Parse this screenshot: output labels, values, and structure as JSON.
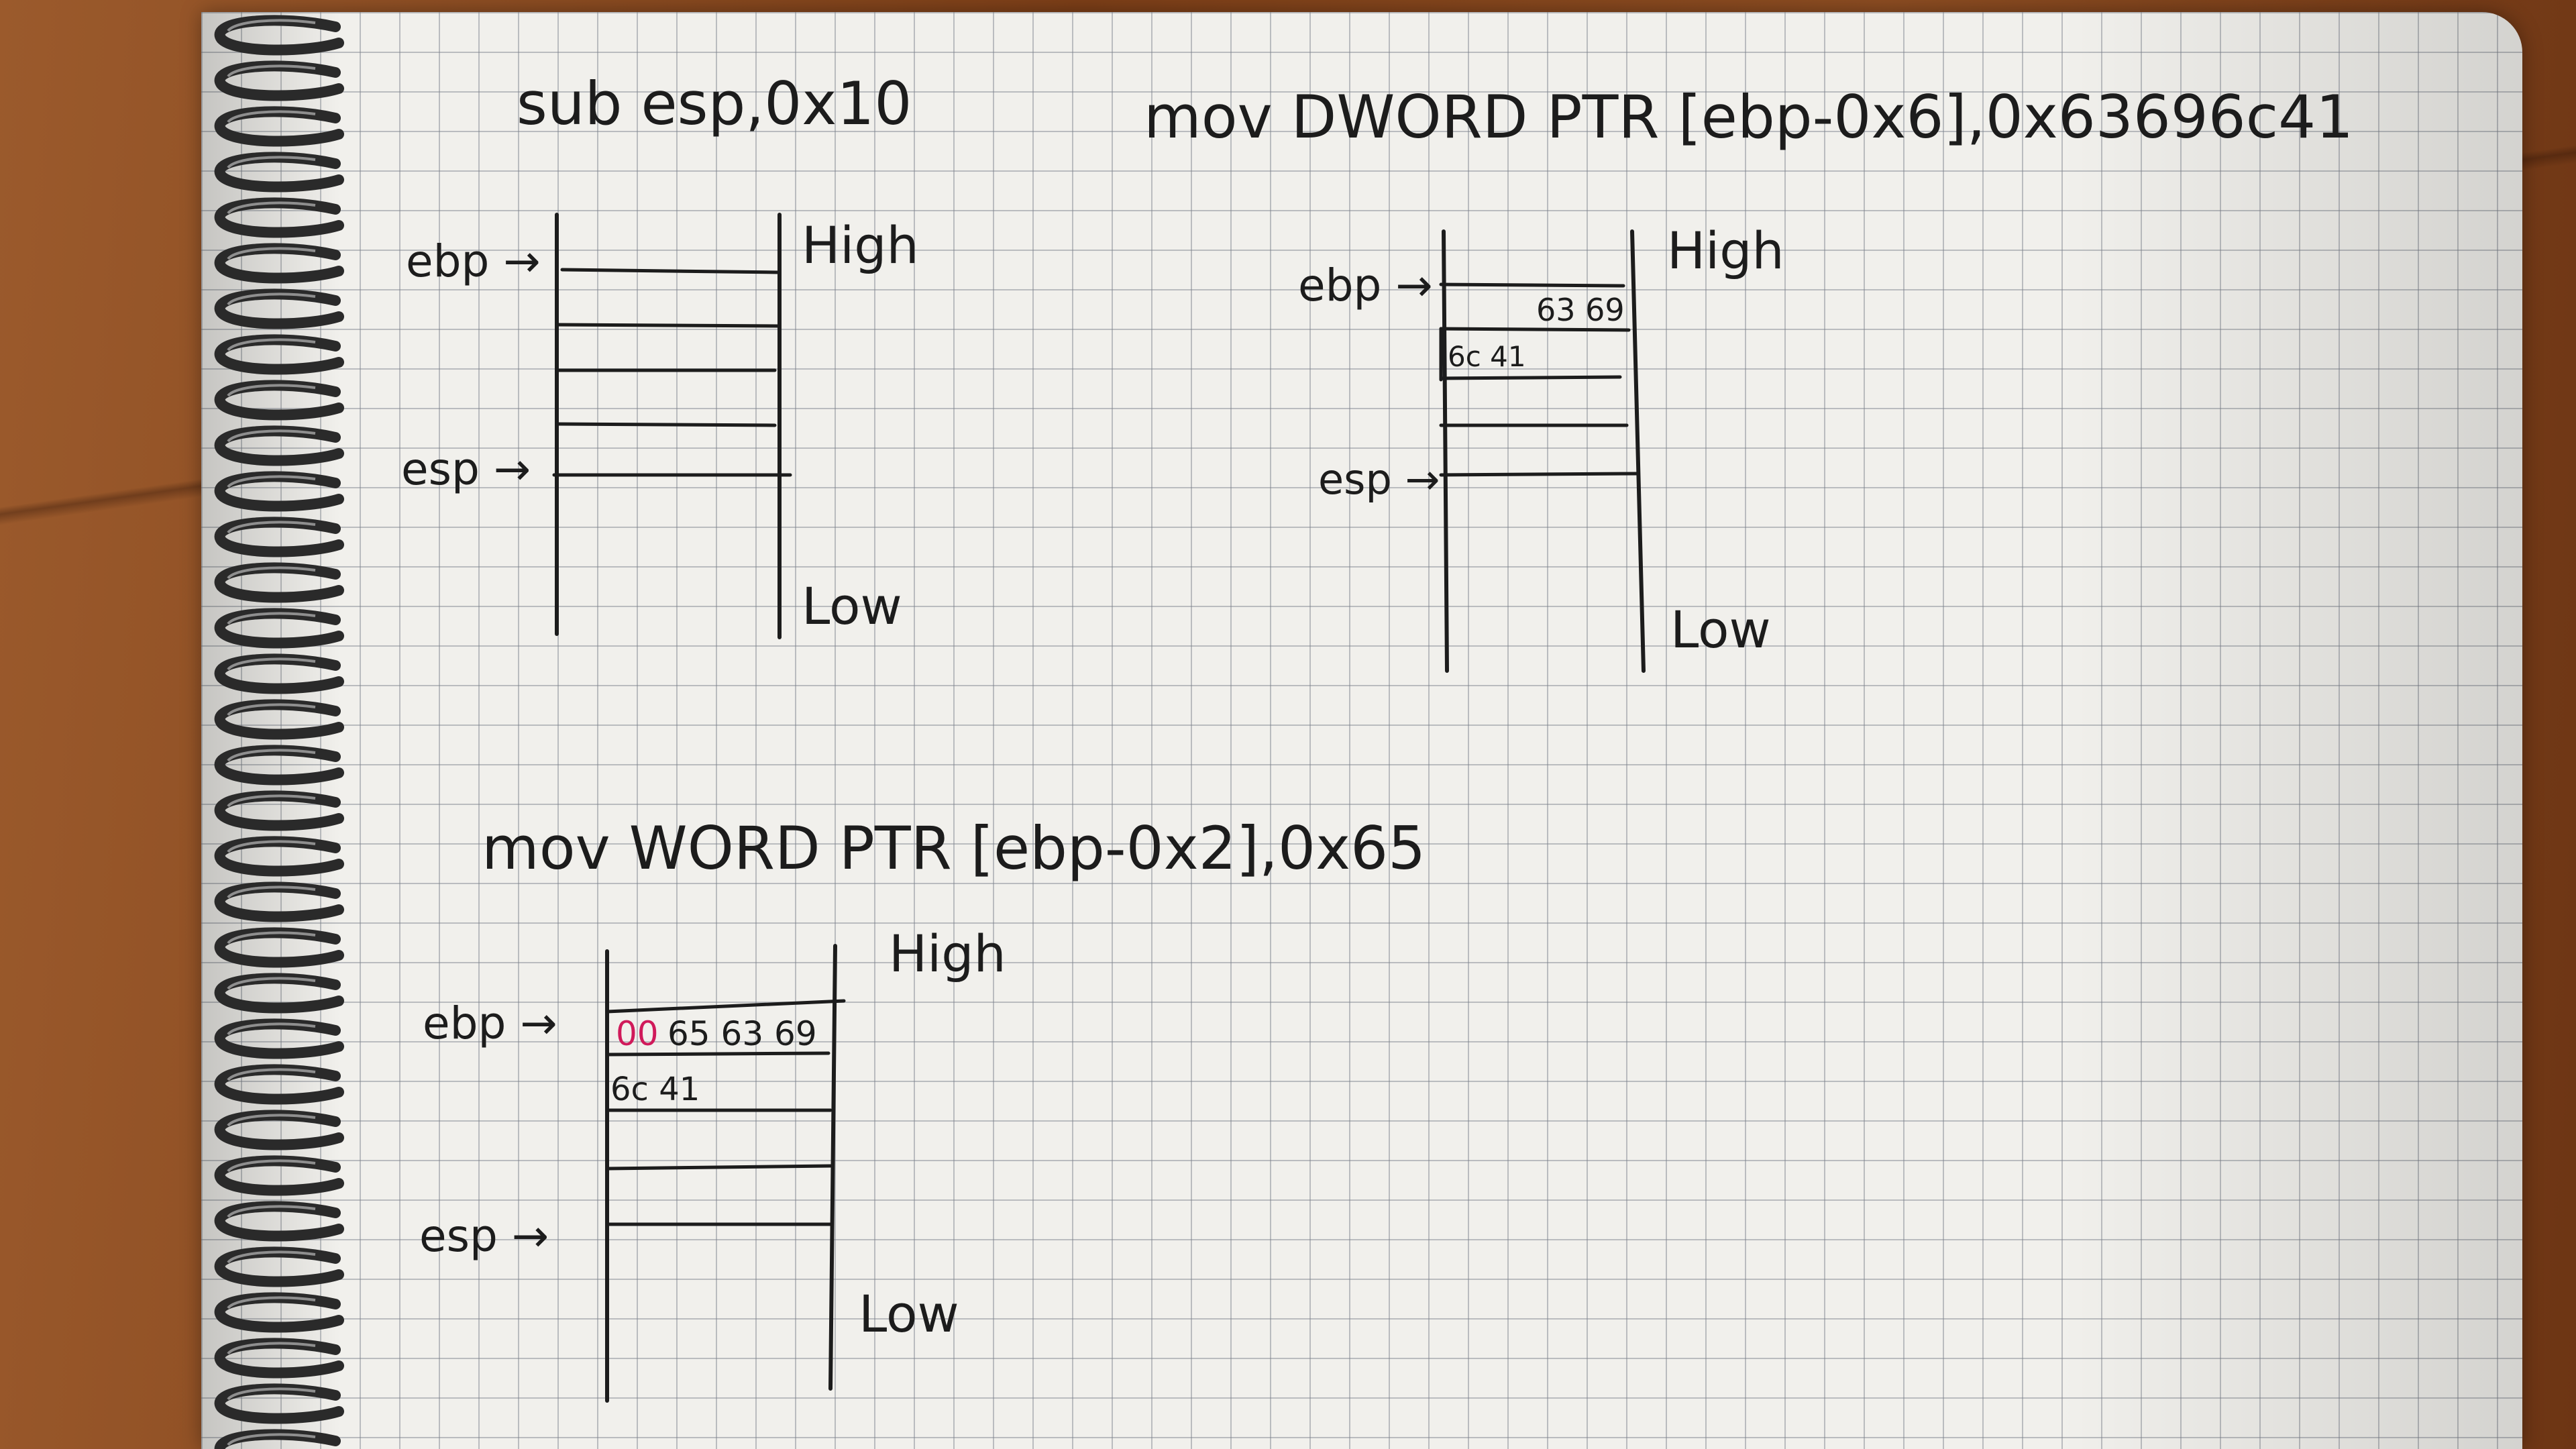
{
  "panels": [
    {
      "instruction": "sub esp,0x10",
      "high_label": "High",
      "low_label": "Low",
      "ebp_label": "ebp →",
      "esp_label": "esp →"
    },
    {
      "instruction": "mov DWORD PTR [ebp-0x6],0x63696c41",
      "high_label": "High",
      "low_label": "Low",
      "ebp_label": "ebp →",
      "esp_label": "esp →",
      "row1_bytes": "63 69",
      "row2_bytes": "6c 41"
    },
    {
      "instruction": "mov WORD PTR [ebp-0x2],0x65",
      "high_label": "High",
      "low_label": "Low",
      "ebp_label": "ebp →",
      "esp_label": "esp →",
      "row1_null_byte": "00",
      "row1_bytes": "65 63 69",
      "row2_bytes": "6c 41"
    }
  ],
  "colors": {
    "ink": "#1c1c1c",
    "highlight_ink": "#d01a5a",
    "paper": "#f1f0ec",
    "grid": "#787d87",
    "desk": "#8a4a22"
  }
}
